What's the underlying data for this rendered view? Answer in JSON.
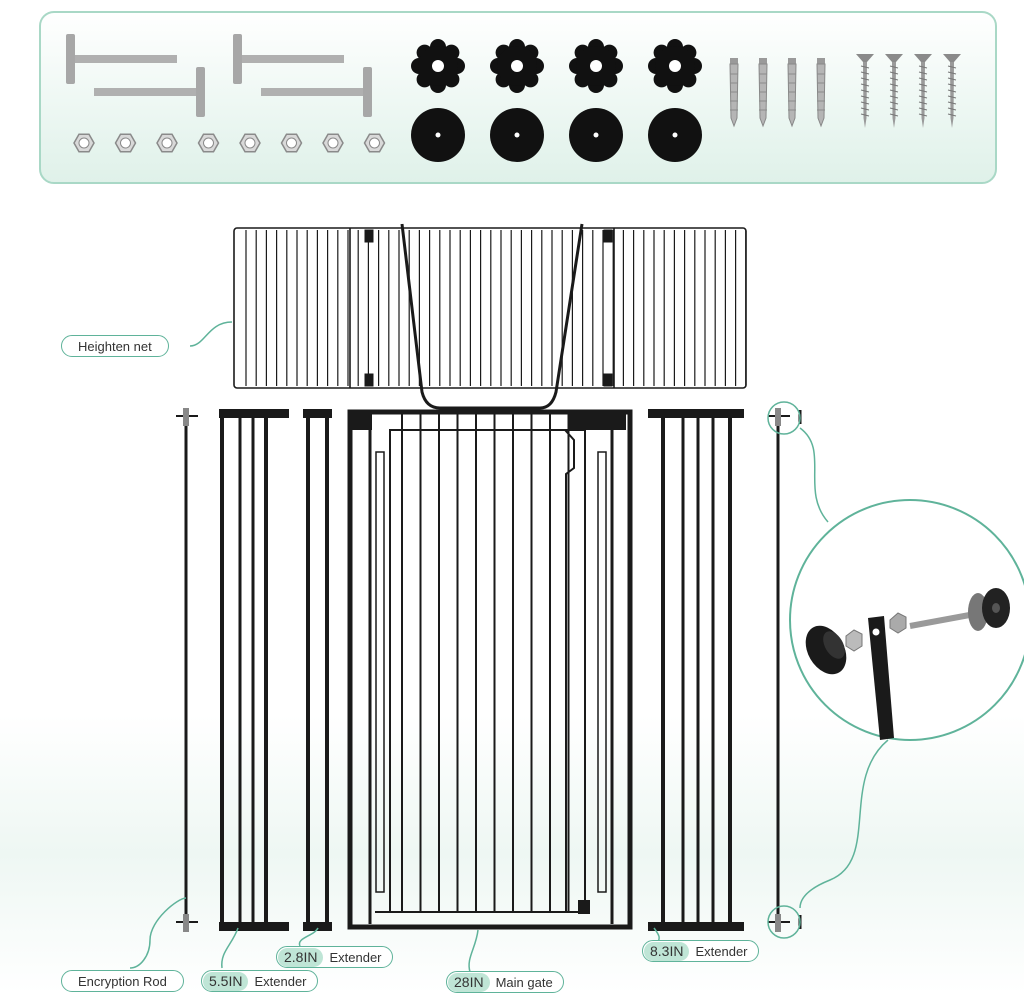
{
  "parts_panel": {
    "bolt_count": 4,
    "nut_count": 8,
    "knob_count": 4,
    "pad_count": 4,
    "anchor_count": 4,
    "screw_count": 4
  },
  "labels": {
    "heighten_net": "Heighten net",
    "encryption_rod": "Encryption Rod",
    "extender_5_5": {
      "size": "5.5IN",
      "name": "Extender"
    },
    "extender_2_8": {
      "size": "2.8IN",
      "name": "Extender"
    },
    "main_gate": {
      "size": "28IN",
      "name": "Main gate"
    },
    "extender_8_3": {
      "size": "8.3IN",
      "name": "Extender"
    }
  },
  "colors": {
    "accent": "#5fb39a",
    "pill": "#bfe5d6",
    "frame": "#1a1a1a",
    "panel_bg": "#e8f5ef"
  }
}
